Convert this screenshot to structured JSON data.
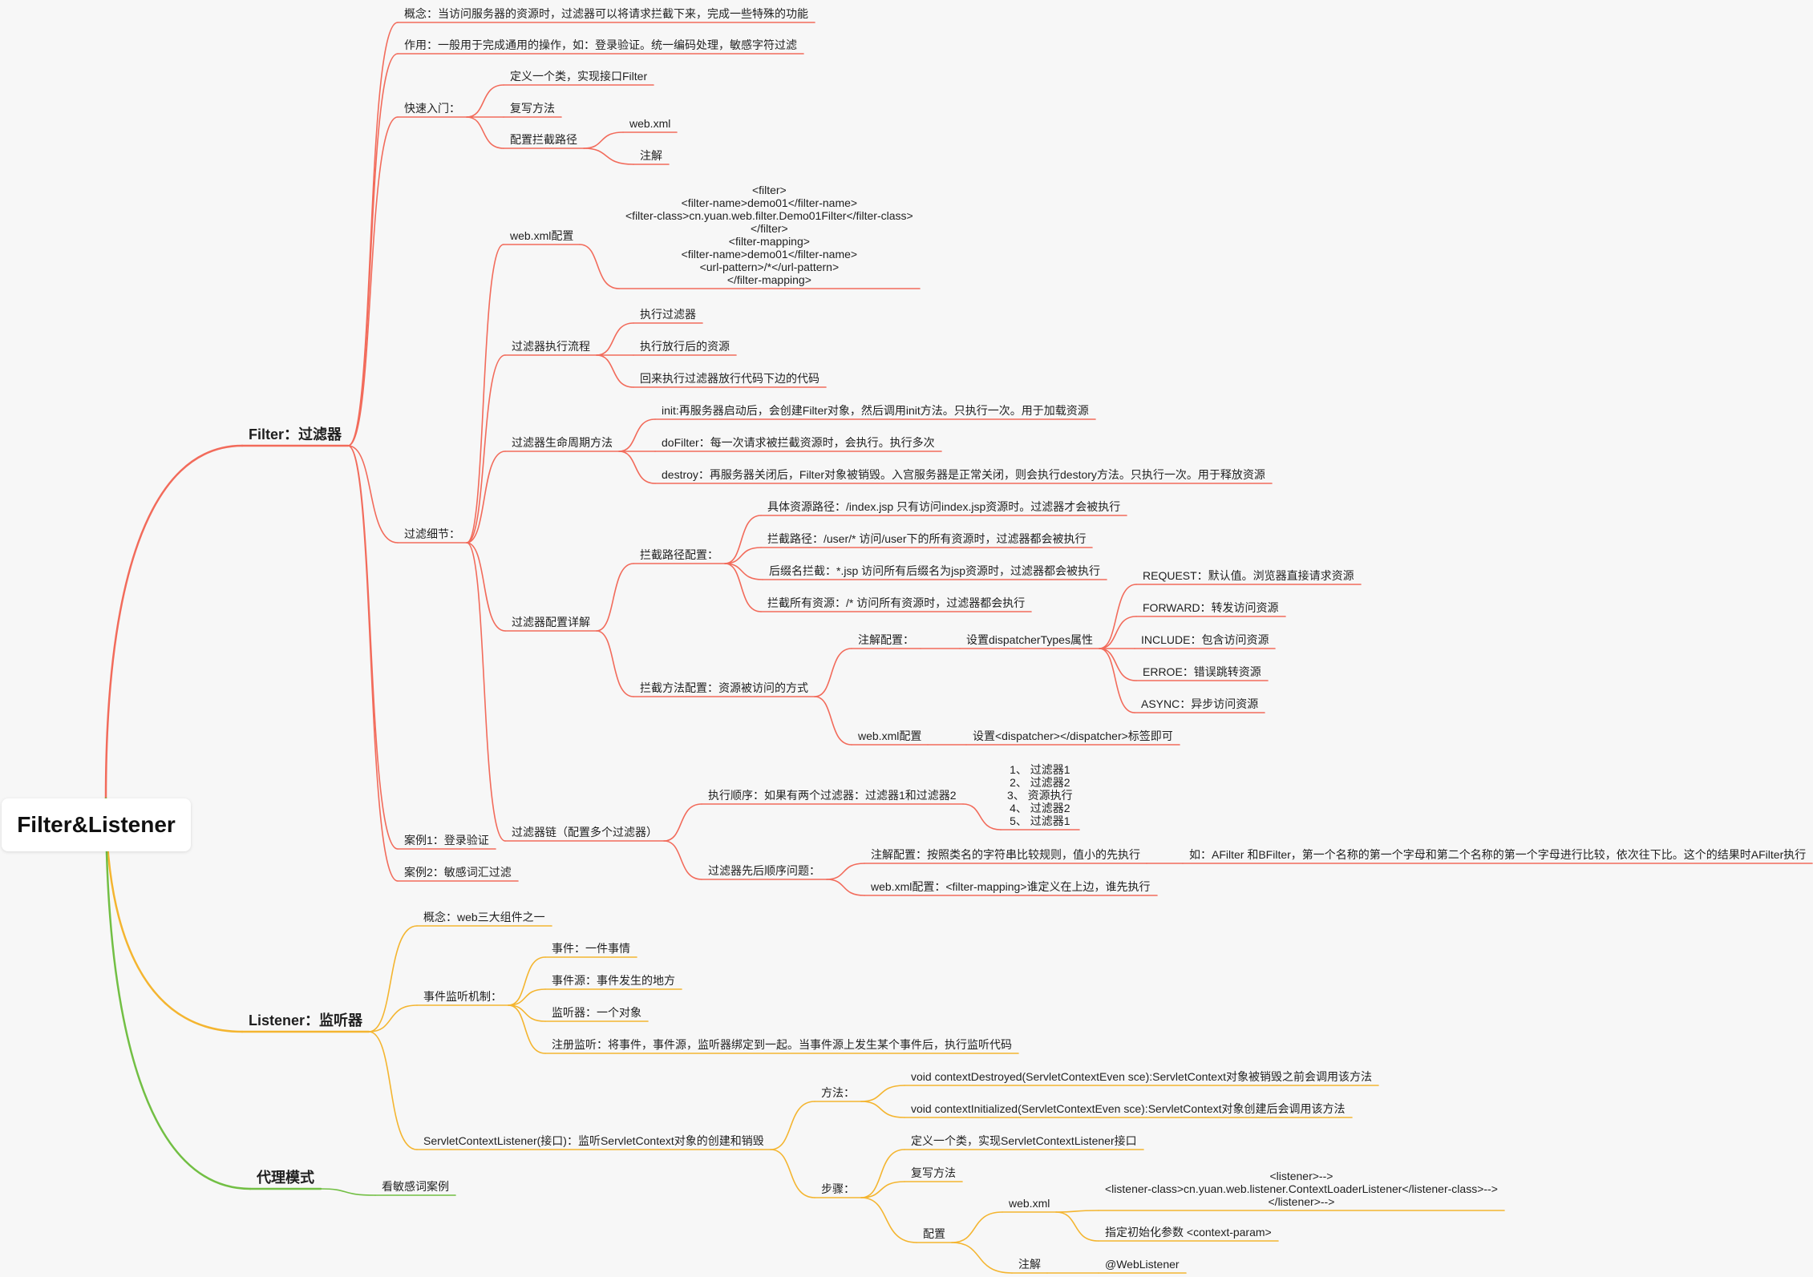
{
  "mindmap": {
    "root": "Filter&Listener",
    "colors": {
      "filter": "#f26b5b",
      "listener": "#f4b530",
      "proxy": "#72bf44"
    },
    "branches": [
      {
        "key": "filter",
        "label": "Filter：过滤器",
        "children": [
          {
            "key": "concept",
            "label": "概念：当访问服务器的资源时，过滤器可以将请求拦截下来，完成一些特殊的功能"
          },
          {
            "key": "purpose",
            "label": "作用：一般用于完成通用的操作，如：登录验证。统一编码处理，敏感字符过滤"
          },
          {
            "key": "quickstart",
            "label": "快速入门：",
            "children": [
              {
                "key": "define",
                "label": "定义一个类，实现接口Filter"
              },
              {
                "key": "override",
                "label": "复写方法"
              },
              {
                "key": "config-path",
                "label": "配置拦截路径",
                "children": [
                  {
                    "key": "webxml",
                    "label": "web.xml"
                  },
                  {
                    "key": "annotation",
                    "label": "注解"
                  }
                ]
              }
            ]
          },
          {
            "key": "details",
            "label": "过滤细节：",
            "children": [
              {
                "key": "webxml-config",
                "label": "web.xml配置",
                "children": [
                  {
                    "key": "webxml-code",
                    "label": "<filter>\n<filter-name>demo01</filter-name>\n<filter-class>cn.yuan.web.filter.Demo01Filter</filter-class>\n</filter>\n<filter-mapping>\n<filter-name>demo01</filter-name>\n<url-pattern>/*</url-pattern>\n</filter-mapping>"
                  }
                ]
              },
              {
                "key": "flow",
                "label": "过滤器执行流程",
                "children": [
                  {
                    "key": "flow-1",
                    "label": "执行过滤器"
                  },
                  {
                    "key": "flow-2",
                    "label": "执行放行后的资源"
                  },
                  {
                    "key": "flow-3",
                    "label": "回来执行过滤器放行代码下边的代码"
                  }
                ]
              },
              {
                "key": "lifecycle",
                "label": "过滤器生命周期方法",
                "children": [
                  {
                    "key": "init",
                    "label": "init:再服务器启动后，会创建Filter对象，然后调用init方法。只执行一次。用于加载资源"
                  },
                  {
                    "key": "dofilter",
                    "label": "doFilter：每一次请求被拦截资源时，会执行。执行多次"
                  },
                  {
                    "key": "destroy",
                    "label": "destroy：再服务器关闭后，Filter对象被销毁。入宫服务器是正常关闭，则会执行destory方法。只执行一次。用于释放资源"
                  }
                ]
              },
              {
                "key": "config-detail",
                "label": "过滤器配置详解",
                "children": [
                  {
                    "key": "path-config",
                    "label": "拦截路径配置：",
                    "children": [
                      {
                        "key": "path-1",
                        "label": "具体资源路径：/index.jsp  只有访问index.jsp资源时。过滤器才会被执行"
                      },
                      {
                        "key": "path-2",
                        "label": "拦截路径：/user/* 访问/user下的所有资源时，过滤器都会被执行"
                      },
                      {
                        "key": "path-3",
                        "label": "后缀名拦截：*.jsp   访问所有后缀名为jsp资源时，过滤器都会被执行"
                      },
                      {
                        "key": "path-4",
                        "label": "拦截所有资源：/*  访问所有资源时，过滤器都会执行"
                      }
                    ]
                  },
                  {
                    "key": "method-config",
                    "label": "拦截方法配置：资源被访问的方式",
                    "children": [
                      {
                        "key": "anno-config",
                        "label": "注解配置：",
                        "children": [
                          {
                            "key": "dispatcher-types",
                            "label": "设置dispatcherTypes属性",
                            "children": [
                              {
                                "key": "dt-request",
                                "label": "REQUEST：默认值。浏览器直接请求资源"
                              },
                              {
                                "key": "dt-forward",
                                "label": "FORWARD：转发访问资源"
                              },
                              {
                                "key": "dt-include",
                                "label": "INCLUDE：包含访问资源"
                              },
                              {
                                "key": "dt-error",
                                "label": "ERROE：错误跳转资源"
                              },
                              {
                                "key": "dt-async",
                                "label": "ASYNC：异步访问资源"
                              }
                            ]
                          }
                        ]
                      },
                      {
                        "key": "xml-config",
                        "label": "web.xml配置",
                        "children": [
                          {
                            "key": "dispatcher-tag",
                            "label": "设置<dispatcher></dispatcher>标签即可"
                          }
                        ]
                      }
                    ]
                  }
                ]
              },
              {
                "key": "chain",
                "label": "过滤器链（配置多个过滤器）",
                "children": [
                  {
                    "key": "order",
                    "label": "执行顺序：如果有两个过滤器：过滤器1和过滤器2",
                    "children": [
                      {
                        "key": "order-list",
                        "label": "1、 过滤器1\n2、 过滤器2\n3、 资源执行\n4、 过滤器2\n5、 过滤器1"
                      }
                    ]
                  },
                  {
                    "key": "sequence",
                    "label": "过滤器先后顺序问题：",
                    "children": [
                      {
                        "key": "seq-anno",
                        "label": "注解配置：按照类名的字符串比较规则，值小的先执行",
                        "children": [
                          {
                            "key": "seq-example",
                            "label": "如：AFilter 和BFilter，第一个名称的第一个字母和第二个名称的第一个字母进行比较，依次往下比。这个的结果时AFilter执行"
                          }
                        ]
                      },
                      {
                        "key": "seq-xml",
                        "label": "web.xml配置：<filter-mapping>谁定义在上边，谁先执行"
                      }
                    ]
                  }
                ]
              }
            ]
          },
          {
            "key": "case1",
            "label": "案例1：登录验证"
          },
          {
            "key": "case2",
            "label": "案例2：敏感词汇过滤"
          }
        ]
      },
      {
        "key": "listener",
        "label": "Listener：监听器",
        "children": [
          {
            "key": "l-concept",
            "label": "概念：web三大组件之一"
          },
          {
            "key": "mechanism",
            "label": "事件监听机制：",
            "children": [
              {
                "key": "event",
                "label": "事件：一件事情"
              },
              {
                "key": "event-source",
                "label": "事件源：事件发生的地方"
              },
              {
                "key": "listener-obj",
                "label": "监听器：一个对象"
              },
              {
                "key": "register",
                "label": "注册监听：将事件，事件源，监听器绑定到一起。当事件源上发生某个事件后，执行监听代码"
              }
            ]
          },
          {
            "key": "scl",
            "label": "ServletContextListener(接口)：监听ServletContext对象的创建和销毁",
            "children": [
              {
                "key": "methods",
                "label": "方法：",
                "children": [
                  {
                    "key": "destroyed",
                    "label": "void contextDestroyed(ServletContextEven sce):ServletContext对象被销毁之前会调用该方法"
                  },
                  {
                    "key": "initialized",
                    "label": "void contextInitialized(ServletContextEven sce):ServletContext对象创建后会调用该方法"
                  }
                ]
              },
              {
                "key": "steps",
                "label": "步骤：",
                "children": [
                  {
                    "key": "step-define",
                    "label": "定义一个类，实现ServletContextListener接口"
                  },
                  {
                    "key": "step-override",
                    "label": "复写方法"
                  },
                  {
                    "key": "step-config",
                    "label": "配置",
                    "children": [
                      {
                        "key": "cfg-webxml",
                        "label": "web.xml",
                        "children": [
                          {
                            "key": "listener-xml",
                            "label": "<listener>-->\n<listener-class>cn.yuan.web.listener.ContextLoaderListener</listener-class>-->\n</listener>-->"
                          },
                          {
                            "key": "context-param",
                            "label": "指定初始化参数 <context-param>"
                          }
                        ]
                      },
                      {
                        "key": "cfg-anno",
                        "label": "注解",
                        "children": [
                          {
                            "key": "weblistener",
                            "label": "@WebListener"
                          }
                        ]
                      }
                    ]
                  }
                ]
              }
            ]
          }
        ]
      },
      {
        "key": "proxy",
        "label": "代理模式",
        "children": [
          {
            "key": "see-case",
            "label": "看敏感词案例"
          }
        ]
      }
    ]
  }
}
